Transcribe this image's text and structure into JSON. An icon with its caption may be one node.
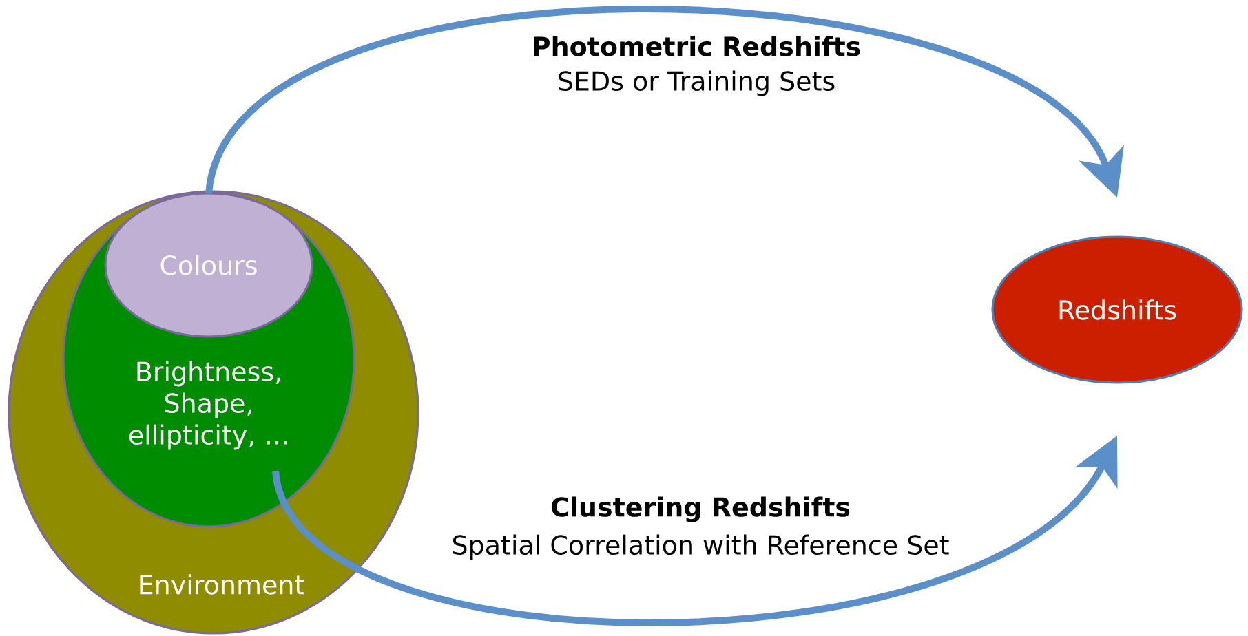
{
  "diagram": {
    "nodes": [
      {
        "text": [
          "Environment"
        ]
      },
      {
        "text": [
          "Brightness, Shape, ellipticity, ..."
        ],
        "in": 0
      },
      {
        "text": [
          "Colours"
        ],
        "in": 1
      },
      {
        "text": [
          "Redshifts"
        ]
      }
    ],
    "edges": [
      {
        "from": 2,
        "to": 3,
        "arrow": "to",
        "label": "Photometric Redshifts"
      },
      {
        "from": 1,
        "to": 3,
        "arrow": "to",
        "label": "Clustering Redshifts"
      }
    ],
    "labels": [
      "SEDs or Training Sets",
      "Spatial Correlation with Reference Set"
    ]
  }
}
